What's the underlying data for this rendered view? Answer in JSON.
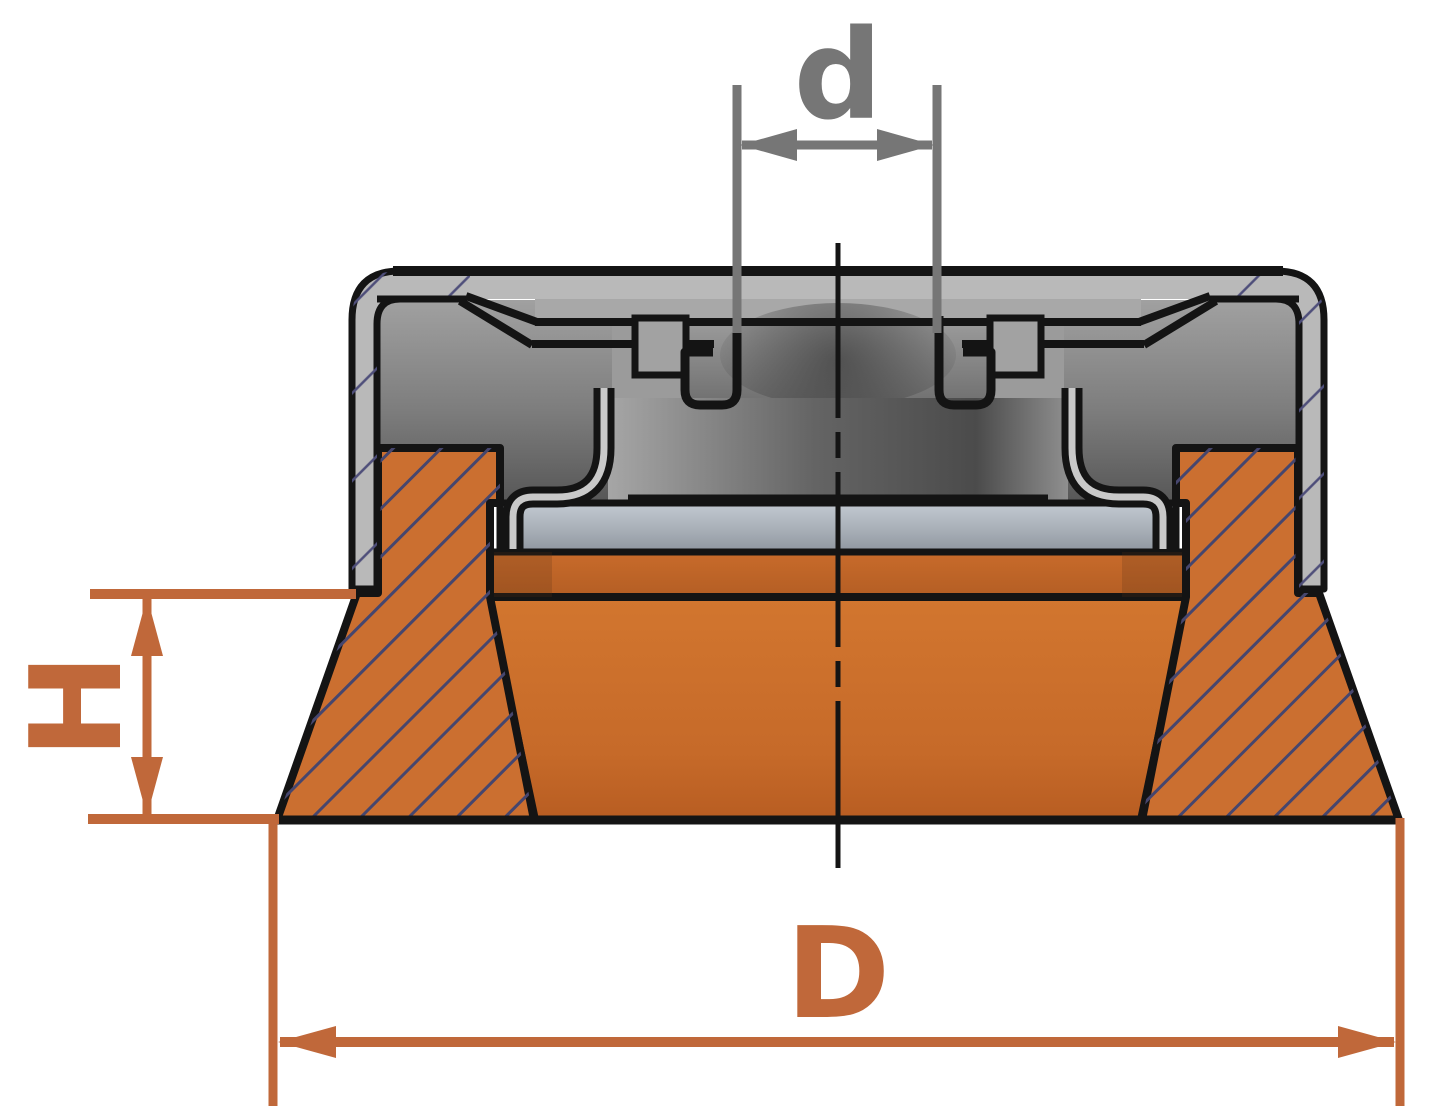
{
  "drawing": {
    "subject": "cup-brush-cross-section",
    "dimension_labels": {
      "bore_diameter": "d",
      "brush_height": "H",
      "outer_diameter": "D"
    },
    "colors": {
      "dimension_gray": "#767676",
      "dimension_orange": "#c0683a",
      "brush_orange": "#cb6f30",
      "brush_orange_light": "#d2762f",
      "metal_gray": "#b9b9b9",
      "plate_gray": "#aab1b9",
      "hatch_blue": "#46466e",
      "outline_black": "#141414",
      "background": "#ffffff"
    }
  }
}
